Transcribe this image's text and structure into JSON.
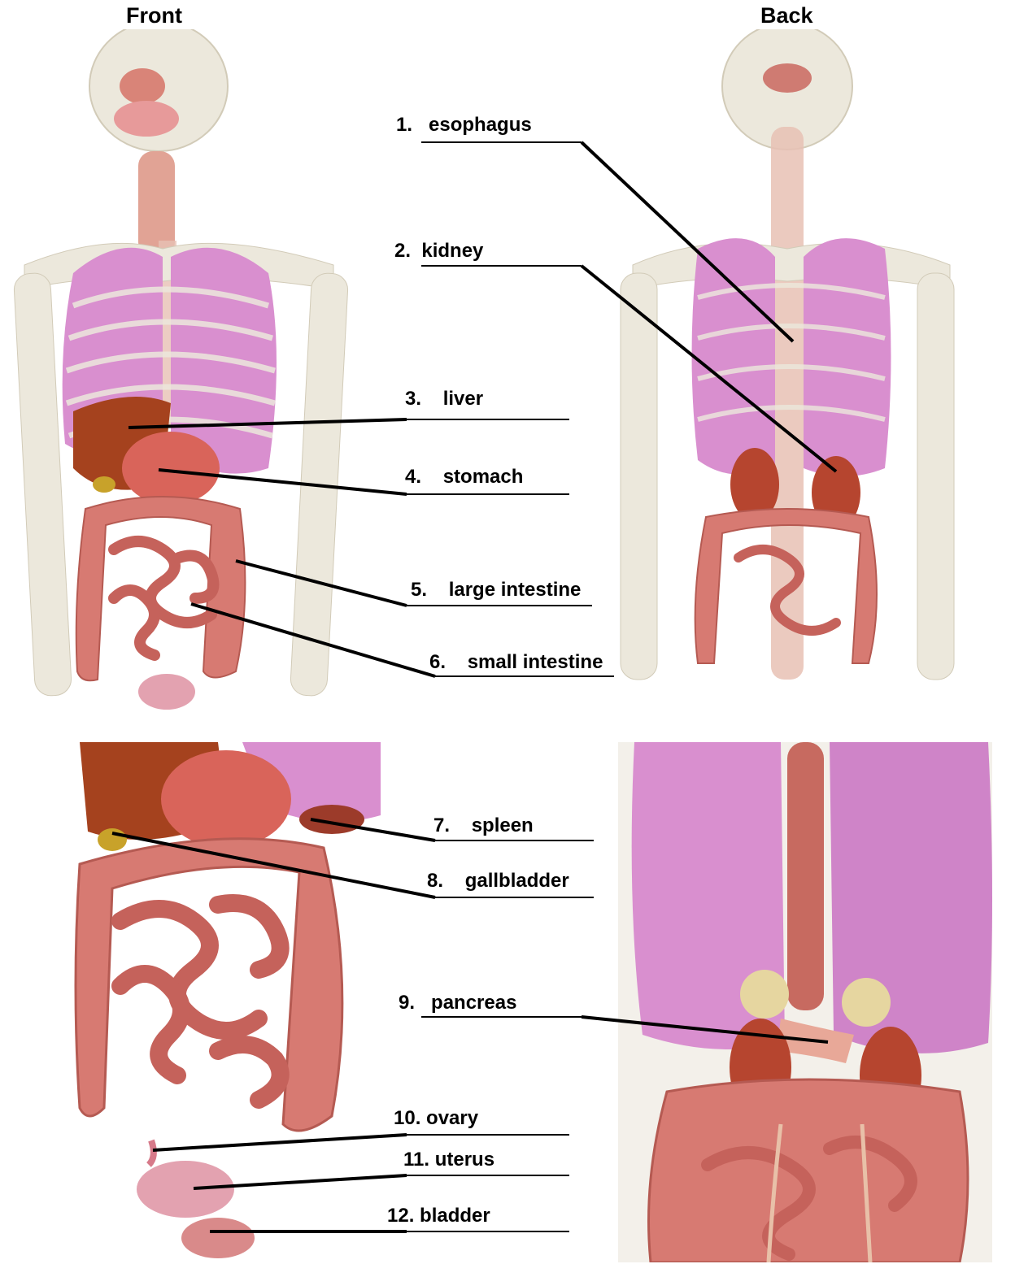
{
  "headings": {
    "front": "Front",
    "back": "Back"
  },
  "labels": [
    {
      "num": "1.",
      "text": "esophagus"
    },
    {
      "num": "2.",
      "text": "kidney"
    },
    {
      "num": "3.",
      "text": "liver"
    },
    {
      "num": "4.",
      "text": "stomach"
    },
    {
      "num": "5.",
      "text": "large intestine"
    },
    {
      "num": "6.",
      "text": "small intestine"
    },
    {
      "num": "7.",
      "text": "spleen"
    },
    {
      "num": "8.",
      "text": "gallbladder"
    },
    {
      "num": "9.",
      "text": "pancreas"
    },
    {
      "num": "10.",
      "text": "ovary"
    },
    {
      "num": "11.",
      "text": "uterus"
    },
    {
      "num": "12.",
      "text": "bladder"
    }
  ],
  "colors": {
    "bone": "#ece8dc",
    "lung": "#d98fcf",
    "liver": "#a5421e",
    "stomach": "#d9645a",
    "intestine": "#d77a72",
    "kidney": "#b6452f",
    "line": "#000000"
  }
}
